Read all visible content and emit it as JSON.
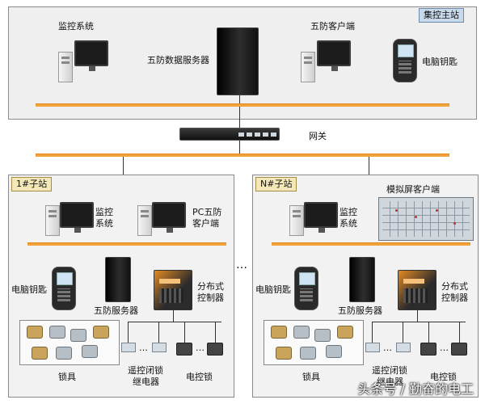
{
  "top": {
    "tag": "集控主站",
    "monitor_label": "监控系统",
    "server_label": "五防数据服务器",
    "client_label": "五防客户端",
    "key_label": "电脑钥匙"
  },
  "gateway": {
    "label": "网关"
  },
  "station1": {
    "tag": "1#子站",
    "monitor_label": [
      "监控",
      "系统"
    ],
    "pc_label": [
      "PC五防",
      "客户端"
    ],
    "key_label": "电脑钥匙",
    "server_label": "五防服务器",
    "controller_label": [
      "分布式",
      "控制器"
    ],
    "locks_label": "锁具",
    "relay_label": [
      "遥控闭锁",
      "继电器"
    ],
    "elock_label": "电控锁"
  },
  "stationN": {
    "tag": "N#子站",
    "screen_label": "模拟屏客户端",
    "monitor_label": [
      "监控",
      "系统"
    ],
    "key_label": "电脑钥匙",
    "server_label": "五防服务器",
    "controller_label": [
      "分布式",
      "控制器"
    ],
    "locks_label": "锁具",
    "relay_label": [
      "遥控闭锁",
      "继电器"
    ],
    "elock_label": "电控锁"
  },
  "between": {
    "ellipsis": "…"
  },
  "watermark": "头条号 / 勤奋的电工",
  "colors": {
    "bus": "#f2a23a",
    "panel": "#efefef",
    "tag": "#c7d9ea"
  }
}
